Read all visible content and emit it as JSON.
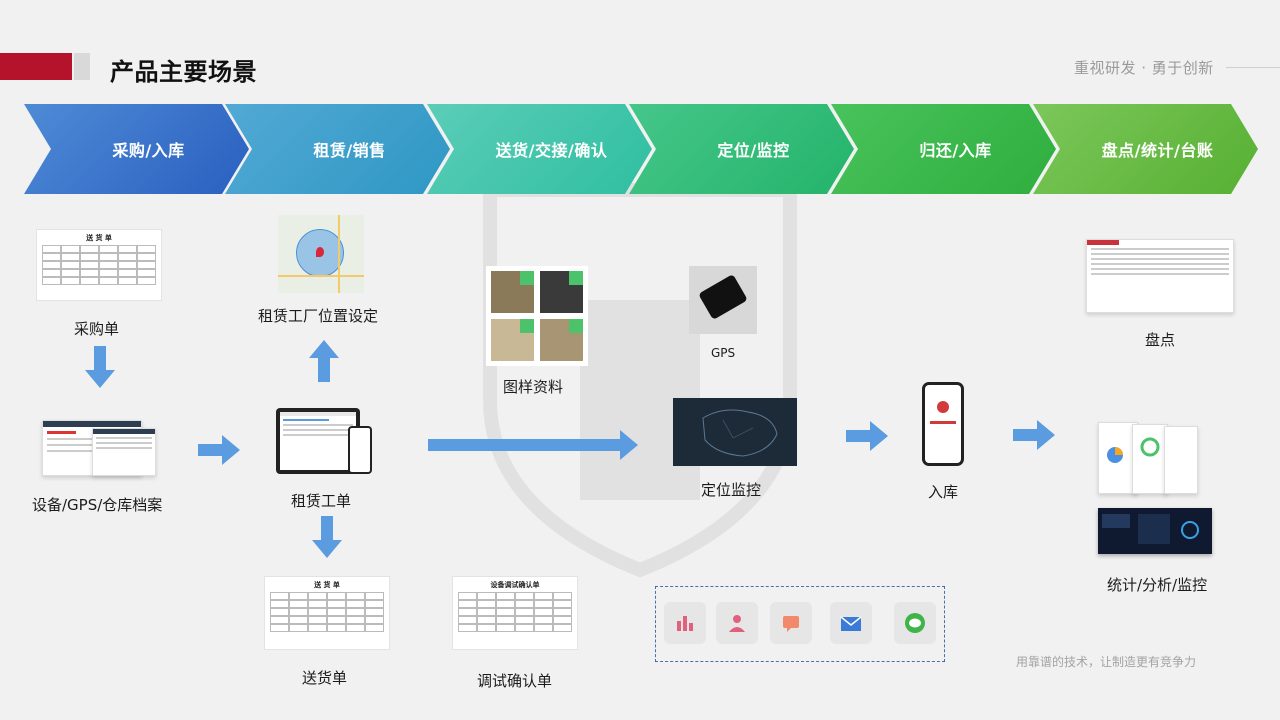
{
  "header": {
    "title": "产品主要场景",
    "slogan": "重视研发 · 勇于创新",
    "accent_color": "#b5132b"
  },
  "stages": [
    {
      "label": "采购/入库",
      "color": "#2a5fc0"
    },
    {
      "label": "租赁/销售",
      "color": "#2f97c4"
    },
    {
      "label": "送货/交接/确认",
      "color": "#2fbfa0"
    },
    {
      "label": "定位/监控",
      "color": "#24b46a"
    },
    {
      "label": "归还/入库",
      "color": "#2fae3d"
    },
    {
      "label": "盘点/统计/台账",
      "color": "#56b032"
    }
  ],
  "items": {
    "purchase_order": "采购单",
    "equipment_archive": "设备/GPS/仓库档案",
    "factory_location": "租赁工厂位置设定",
    "lease_work_order": "租赁工单",
    "delivery_note": "送货单",
    "sample_materials": "图样资料",
    "debug_confirmation": "调试确认单",
    "gps": "GPS",
    "location_monitoring": "定位监控",
    "return_stock_in": "入库",
    "inventory": "盘点",
    "stats_analysis": "统计/分析/监控"
  },
  "docs": {
    "delivery_title": "送 货 单",
    "debug_title": "设备调试确认单"
  },
  "icons": [
    "bar-chart-icon",
    "user-icon",
    "message-icon",
    "mail-icon",
    "wechat-icon"
  ],
  "footer": {
    "slogan": "用靠谱的技术，让制造更有竞争力"
  }
}
